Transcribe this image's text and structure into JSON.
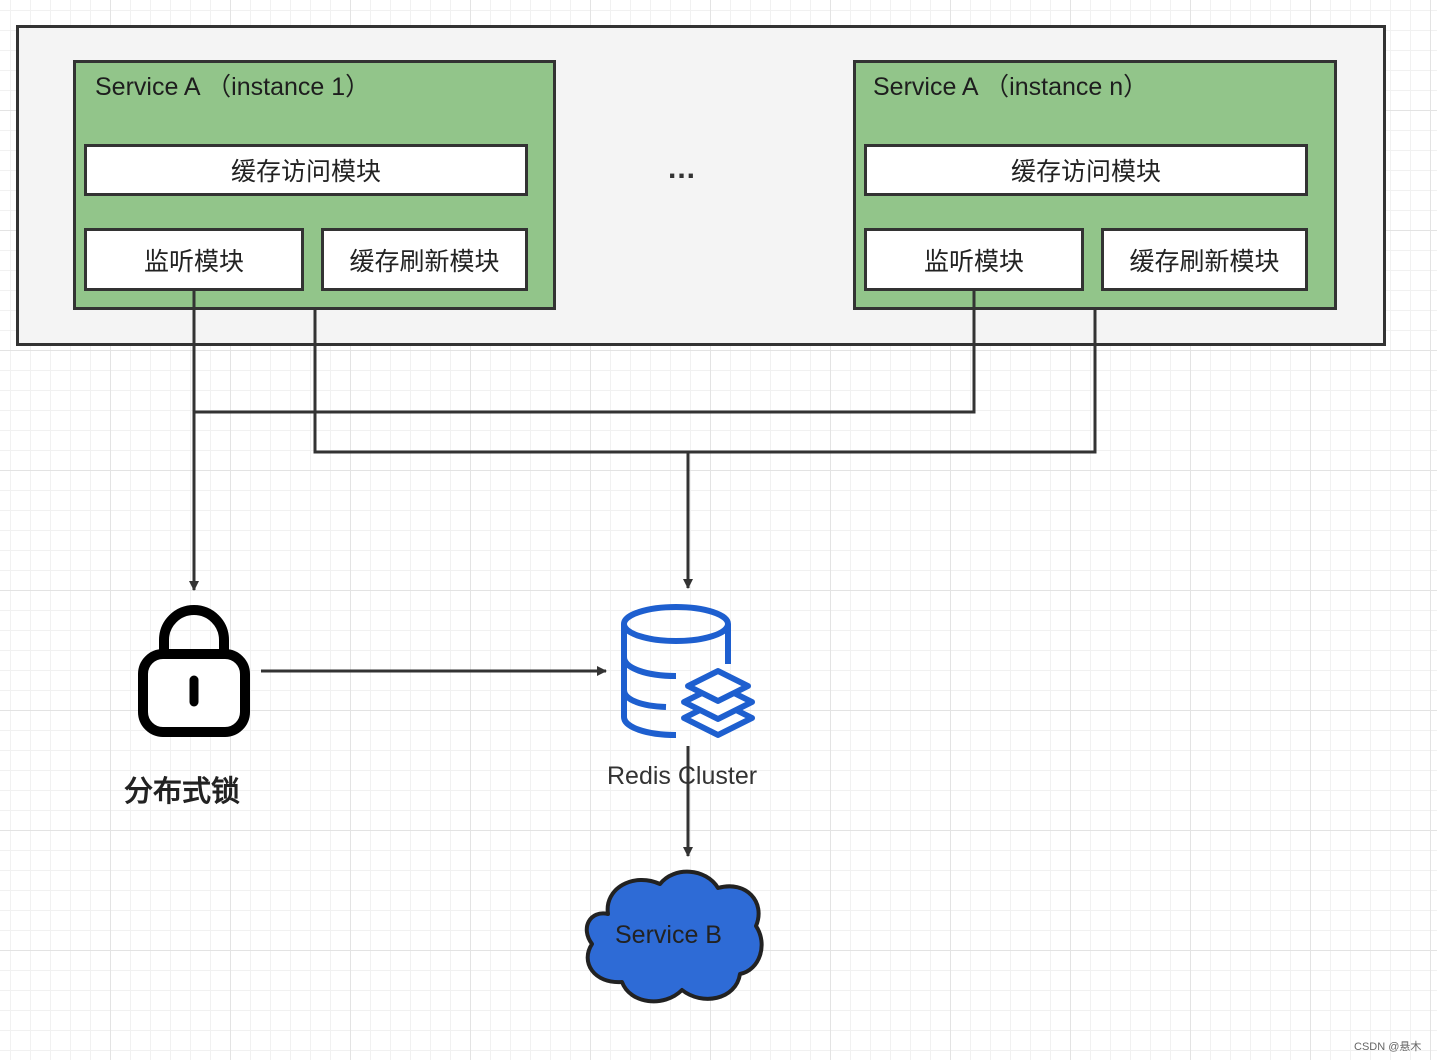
{
  "instances": [
    {
      "title": "Service A （instance 1）",
      "cache_access": "缓存访问模块",
      "listener": "监听模块",
      "cache_refresh": "缓存刷新模块"
    },
    {
      "title": "Service A （instance n）",
      "cache_access": "缓存访问模块",
      "listener": "监听模块",
      "cache_refresh": "缓存刷新模块"
    }
  ],
  "ellipsis": "...",
  "lock": {
    "label": "分布式锁",
    "icon": "lock-icon"
  },
  "redis": {
    "label": "Redis Cluster",
    "icon": "database-stack-icon",
    "color": "#1e5fcf"
  },
  "service_b": {
    "label": "Service B",
    "icon": "cloud-shape",
    "color": "#2e6bd6"
  },
  "colors": {
    "service_fill": "#92c58a",
    "outer_fill": "#f4f4f4",
    "line": "#333333"
  },
  "watermark": "CSDN @悬木"
}
